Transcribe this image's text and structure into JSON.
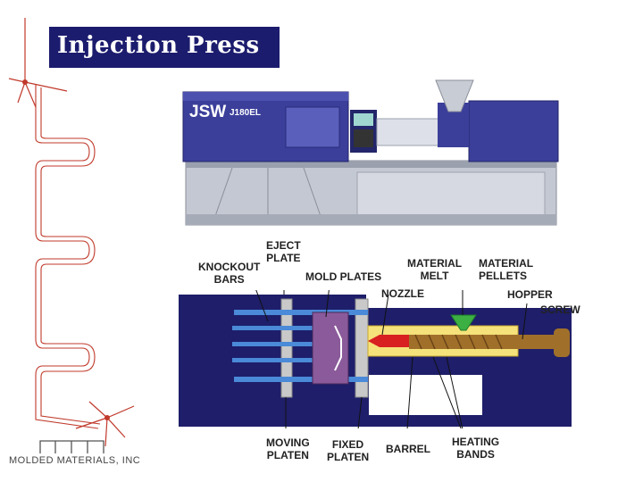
{
  "title": "Injection Press",
  "logo": "MOLDED MATERIALS, INC",
  "machine_brand": "JSW",
  "machine_model": "J180EL",
  "labels": {
    "eject_plate_1": "EJECT",
    "eject_plate_2": "PLATE",
    "knockout_bars_1": "KNOCKOUT",
    "knockout_bars_2": "BARS",
    "mold_plates": "MOLD PLATES",
    "material_melt_1": "MATERIAL",
    "material_melt_2": "MELT",
    "material_pellets_1": "MATERIAL",
    "material_pellets_2": "PELLETS",
    "nozzle": "NOZZLE",
    "hopper": "HOPPER",
    "screw": "SCREW",
    "moving_platen_1": "MOVING",
    "moving_platen_2": "PLATEN",
    "fixed_platen_1": "FIXED",
    "fixed_platen_2": "PLATEN",
    "barrel": "BARREL",
    "heating_bands_1": "HEATING",
    "heating_bands_2": "BANDS"
  },
  "colors": {
    "title_bg": "#1c1c6e",
    "machine_blue": "#3b3f9a",
    "frame_gray": "#b8bcc8",
    "diagram_navy": "#1e1e6a",
    "mold_purple": "#8a5a9a",
    "barrel_yellow": "#f5e27a",
    "melt_red": "#d82020",
    "screw_brown": "#a0702a",
    "hopper_green": "#3cb043",
    "rod_blue": "#4a8ad8",
    "deco_red": "#c0392b"
  }
}
